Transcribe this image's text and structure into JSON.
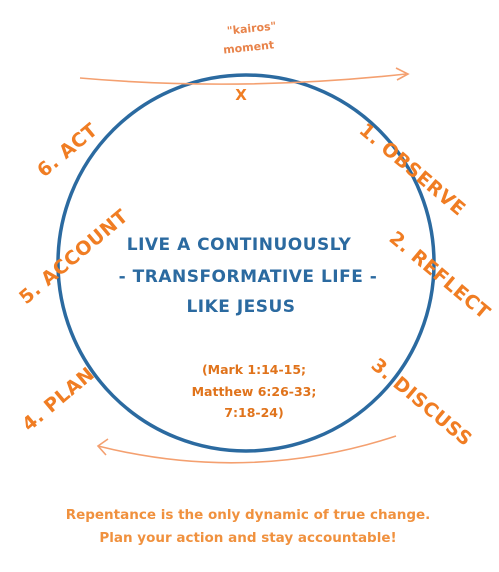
{
  "kairos": {
    "line1": "\"kairos\"",
    "line2": "moment",
    "mark": "X"
  },
  "steps": [
    {
      "label": "1. OBSERVE"
    },
    {
      "label": "2. REFLECT"
    },
    {
      "label": "3. DISCUSS"
    },
    {
      "label": "4. PLAN"
    },
    {
      "label": "5. ACCOUNT"
    },
    {
      "label": "6. ACT"
    }
  ],
  "center": {
    "line1": "LIVE A CONTINUOUSLY",
    "line2": "- TRANSFORMATIVE LIFE -",
    "line3": "LIKE JESUS"
  },
  "scripture": {
    "line1": "(Mark 1:14-15;",
    "line2": "Matthew 6:26-33;",
    "line3": "7:18-24)"
  },
  "footer": {
    "line1": "Repentance is the only dynamic of true change.",
    "line2": "Plan your action and stay accountable!"
  },
  "colors": {
    "circle": "#2b6aa0",
    "steps": "#f07d23",
    "arrows": "#f4a070"
  }
}
